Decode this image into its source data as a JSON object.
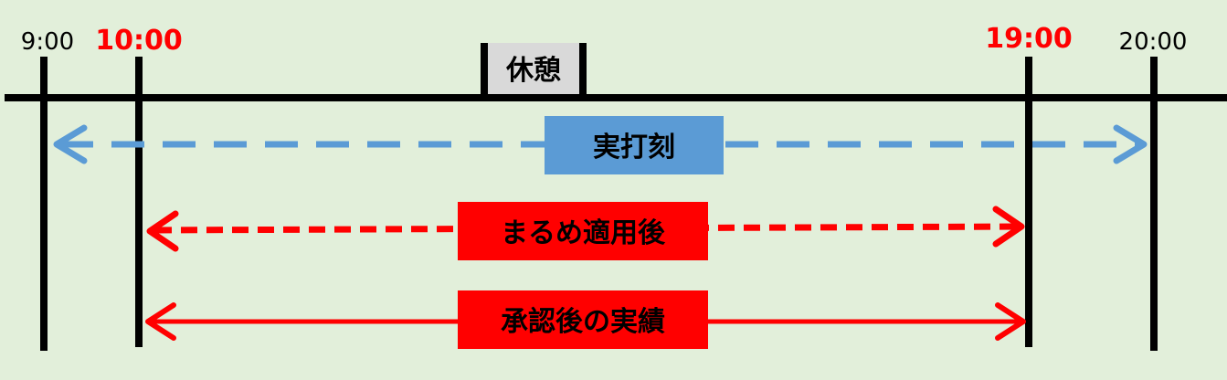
{
  "colors": {
    "background": "#e2efda",
    "line": "#000000",
    "actual": "#5b9bd5",
    "rounded": "#ff0000",
    "approved": "#ff0000",
    "break_fill": "#d9d9d9",
    "emphasis_text": "#ff0000"
  },
  "times": {
    "t0900": "9:00",
    "t1000": "10:00",
    "t1900": "19:00",
    "t2000": "20:00"
  },
  "break_label": "休憩",
  "ranges": {
    "actual": {
      "label": "実打刻",
      "start": "9:00",
      "end": "20:00",
      "style": "dashed"
    },
    "rounded": {
      "label": "まるめ適用後",
      "start": "10:00",
      "end": "19:00",
      "style": "dashed"
    },
    "approved": {
      "label": "承認後の実績",
      "start": "10:00",
      "end": "19:00",
      "style": "solid"
    }
  }
}
